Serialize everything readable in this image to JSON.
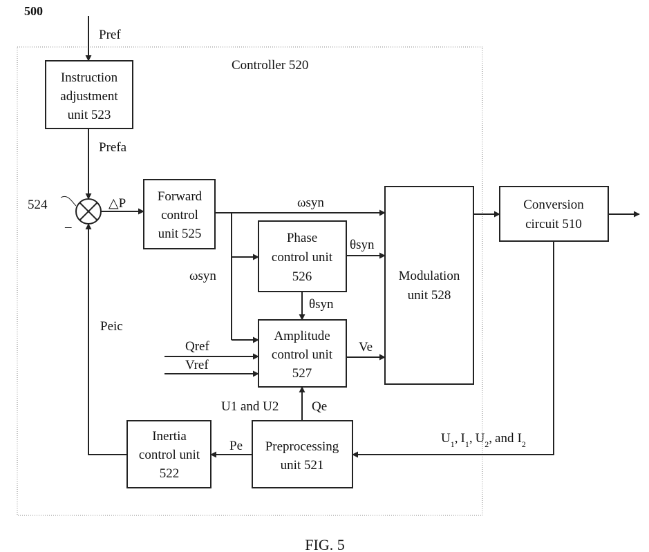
{
  "figure": {
    "ref": "500",
    "caption": "FIG. 5"
  },
  "controller": {
    "label": "Controller 520"
  },
  "blocks": {
    "instruction": [
      "Instruction",
      "adjustment",
      "unit 523"
    ],
    "forward": [
      "Forward",
      "control",
      "unit 525"
    ],
    "phase": [
      "Phase",
      "control unit",
      "526"
    ],
    "amplitude": [
      "Amplitude",
      "control unit",
      "527"
    ],
    "modulation": [
      "Modulation",
      "unit 528"
    ],
    "conversion": [
      "Conversion",
      "circuit 510"
    ],
    "preprocessing": [
      "Preprocessing",
      "unit 521"
    ],
    "inertia": [
      "Inertia",
      "control unit",
      "522"
    ]
  },
  "summing_junction": {
    "ref": "524",
    "minus_sign": "–"
  },
  "signals": {
    "pref": "Pref",
    "prefa": "Prefa",
    "delta_p": "△P",
    "omega_syn_top": "ωsyn",
    "omega_syn_left": "ωsyn",
    "theta_syn_right": "θsyn",
    "theta_syn_down": "θsyn",
    "qref": "Qref",
    "vref": "Vref",
    "ve": "Ve",
    "u1_u2": "U1 and U2",
    "qe": "Qe",
    "pe": "Pe",
    "peic": "Peic",
    "feedback": {
      "u": "U",
      "sub1": "1",
      "i": "I",
      "sub2": "2",
      "and": "and",
      "sep": ","
    }
  }
}
